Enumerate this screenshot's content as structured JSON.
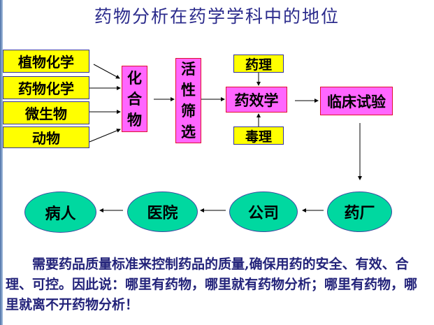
{
  "title": "药物分析在药学学科中的地位",
  "sources": [
    {
      "label": "植物化学"
    },
    {
      "label": "药物化学"
    },
    {
      "label": "微生物"
    },
    {
      "label": "动物"
    }
  ],
  "compound": {
    "label": "化合物",
    "chars": [
      "化",
      "合",
      "物"
    ]
  },
  "screening": {
    "label": "活性筛选",
    "chars": [
      "活",
      "性",
      "筛",
      "选"
    ]
  },
  "pharmacology": {
    "label": "药理"
  },
  "pharmacodynamics": {
    "label": "药效学"
  },
  "toxicology": {
    "label": "毒理"
  },
  "clinical_trial": {
    "label": "临床试验"
  },
  "chain": [
    {
      "label": "药厂"
    },
    {
      "label": "公司"
    },
    {
      "label": "医院"
    },
    {
      "label": "病人"
    }
  ],
  "paragraph": "需要药品质量标准来控制药品的质量,确保用药的安全、有效、合理、可控。因此说：哪里有药物，哪里就有药物分析；哪里有药物，哪里就离不开药物分析！",
  "colors": {
    "title": "#2b2b8c",
    "yellow_box": "#ffff00",
    "pink_box": "#ff66ff",
    "ellipse": "#00d8a0"
  }
}
